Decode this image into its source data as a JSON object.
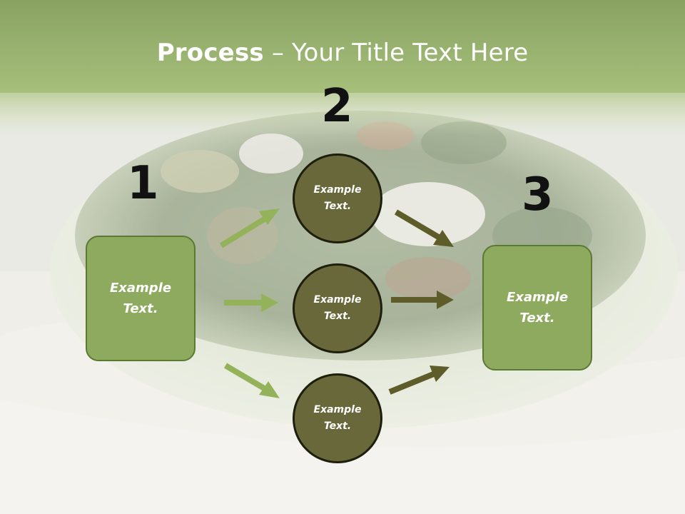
{
  "title": {
    "bold": "Process",
    "rest": " – Your Title Text Here"
  },
  "steps": {
    "n1": "1",
    "n2": "2",
    "n3": "3"
  },
  "left_box": {
    "label": "Example\nText."
  },
  "right_box": {
    "label": "Example\nText."
  },
  "circles": [
    {
      "label": "Example\nText."
    },
    {
      "label": "Example\nText."
    },
    {
      "label": "Example\nText."
    }
  ],
  "colors": {
    "banner": "#7b9a4a",
    "box_fill": "#8eaa5e",
    "circle_fill": "#68683a",
    "arrow_light": "#93b25a",
    "arrow_dark": "#5e5d2a"
  },
  "background_image": "salad-bowl-photo"
}
